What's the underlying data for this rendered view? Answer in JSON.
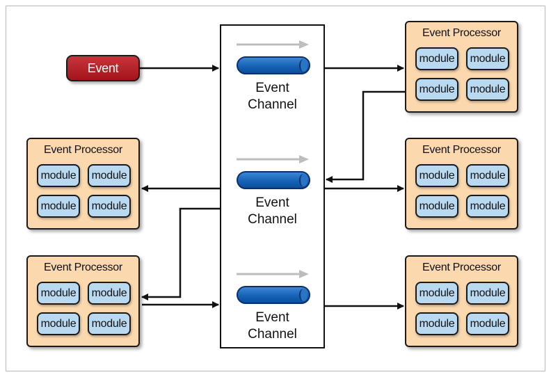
{
  "event": {
    "label": "Event"
  },
  "channels": [
    {
      "label_line1": "Event",
      "label_line2": "Channel"
    },
    {
      "label_line1": "Event",
      "label_line2": "Channel"
    },
    {
      "label_line1": "Event",
      "label_line2": "Channel"
    }
  ],
  "processors": [
    {
      "title": "Event Processor",
      "modules": [
        "module",
        "module",
        "module",
        "module"
      ]
    },
    {
      "title": "Event Processor",
      "modules": [
        "module",
        "module",
        "module",
        "module"
      ]
    },
    {
      "title": "Event Processor",
      "modules": [
        "module",
        "module",
        "module",
        "module"
      ]
    },
    {
      "title": "Event Processor",
      "modules": [
        "module",
        "module",
        "module",
        "module"
      ]
    },
    {
      "title": "Event Processor",
      "modules": [
        "module",
        "module",
        "module",
        "module"
      ]
    }
  ],
  "colors": {
    "event_fill": "#b3222a",
    "processor_fill": "#fbd8ae",
    "module_fill": "#b9d9f1",
    "pipe_fill": "#1663b6",
    "flow_arrow": "#bdbdbd",
    "connector": "#111111"
  }
}
